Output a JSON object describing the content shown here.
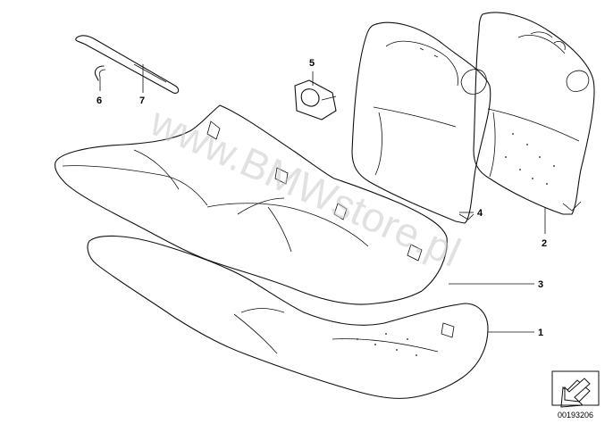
{
  "diagram": {
    "callouts": [
      {
        "id": "callout-1",
        "label": "1"
      },
      {
        "id": "callout-2",
        "label": "2"
      },
      {
        "id": "callout-3",
        "label": "3"
      },
      {
        "id": "callout-4",
        "label": "4"
      },
      {
        "id": "callout-5",
        "label": "5"
      },
      {
        "id": "callout-6",
        "label": "6"
      },
      {
        "id": "callout-7",
        "label": "7"
      }
    ],
    "watermark": "www.BMWstore.pl",
    "drawing_number": "00193206",
    "nav_icon": "arrow-down-left-icon"
  }
}
